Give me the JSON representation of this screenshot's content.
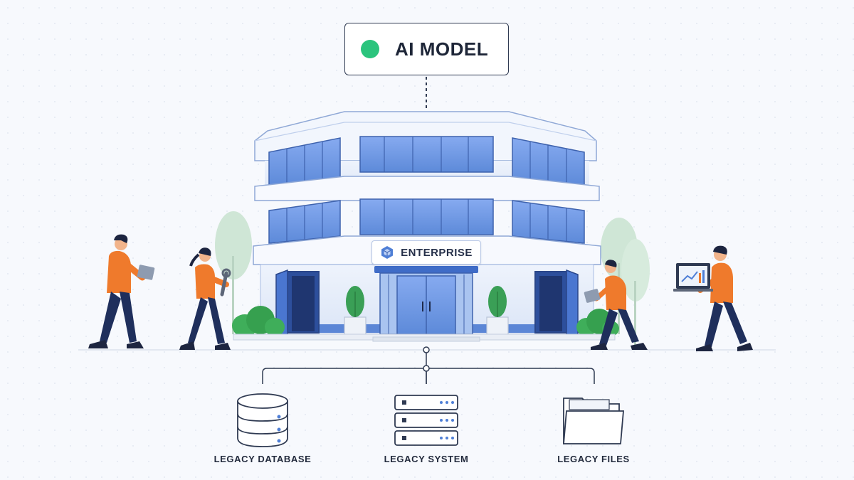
{
  "ai_model": {
    "label": "AI MODEL",
    "status_color": "#2bc47d"
  },
  "building": {
    "sign_label": "ENTERPRISE",
    "icon": "hexagon-cube-icon"
  },
  "legacy": [
    {
      "label": "LEGACY DATABASE",
      "icon": "database-icon"
    },
    {
      "label": "LEGACY SYSTEM",
      "icon": "server-icon"
    },
    {
      "label": "LEGACY FILES",
      "icon": "folder-icon"
    }
  ],
  "colors": {
    "building_blue": "#4f7fd6",
    "glass": "#6f98e3",
    "shirt_orange": "#ef7a2c",
    "pants_navy": "#1f2f5c",
    "tree_green": "#3fae5a"
  }
}
